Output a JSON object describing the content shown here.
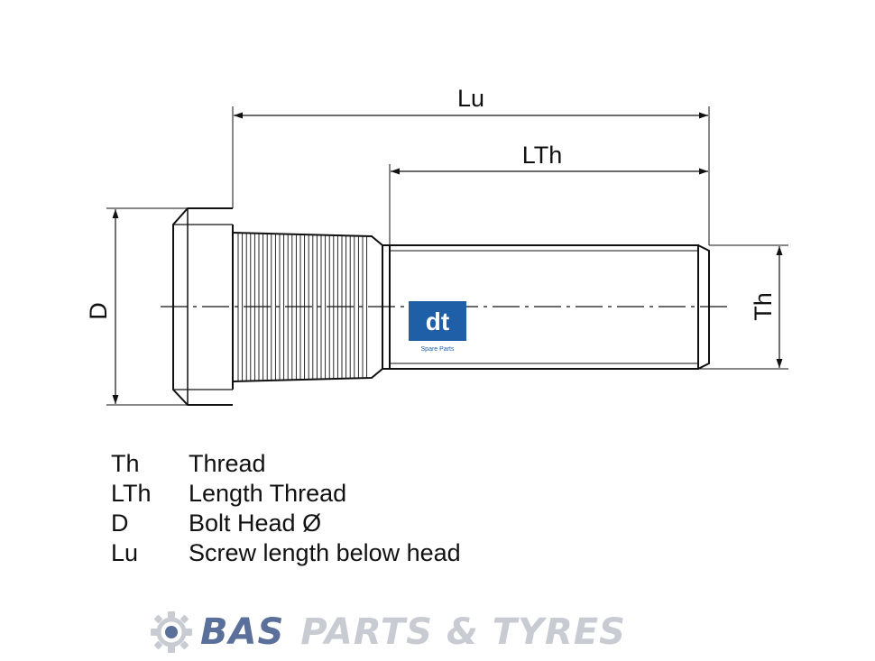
{
  "dimensions": {
    "lu": "Lu",
    "lth": "LTh",
    "d": "D",
    "th": "Th"
  },
  "logo": {
    "text": "dt",
    "sub": "Spare Parts",
    "color": "#1f5fa8"
  },
  "legend": [
    {
      "abbr": "Th",
      "desc": "Thread"
    },
    {
      "abbr": "LTh",
      "desc": "Length Thread"
    },
    {
      "abbr": "D",
      "desc": "Bolt Head Ø"
    },
    {
      "abbr": "Lu",
      "desc": "Screw length below head"
    }
  ],
  "watermark": {
    "brand": "BAS",
    "rest": "PARTS & TYRES",
    "icon": "gear-icon",
    "colors": {
      "brand": "#5a6f9a",
      "rest": "#c8cbd2"
    }
  }
}
